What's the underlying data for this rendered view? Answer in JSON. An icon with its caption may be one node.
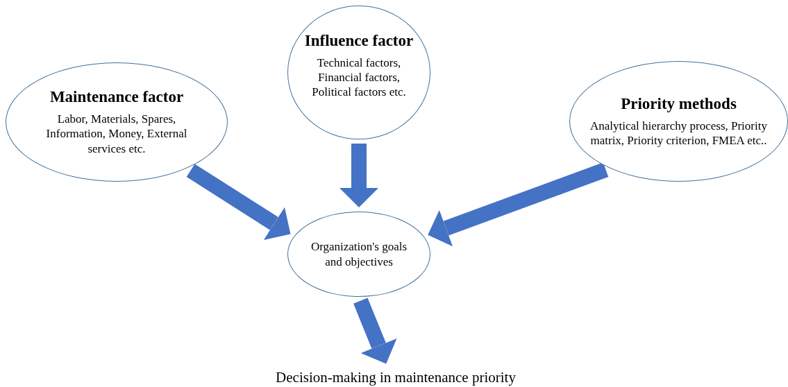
{
  "diagram": {
    "nodes": [
      {
        "text": [
          "Maintenance factor",
          "Labor, Materials, Spares, Information,  Money, External services etc."
        ]
      },
      {
        "text": [
          "Influence factor",
          "Technical factors, Financial factors, Political factors etc."
        ]
      },
      {
        "text": [
          "Priority methods",
          "Analytical hierarchy process, Priority matrix, Priority criterion, FMEA  etc.."
        ]
      },
      {
        "text": [
          "Organization's goals and objectives"
        ]
      },
      {
        "text": [
          "Decision-making  in maintenance  priority"
        ]
      }
    ],
    "edges": [
      {
        "from": 0,
        "to": 3,
        "arrow": "to"
      },
      {
        "from": 1,
        "to": 3,
        "arrow": "to"
      },
      {
        "from": 2,
        "to": 3,
        "arrow": "to"
      },
      {
        "from": 3,
        "to": 4,
        "arrow": "to"
      }
    ]
  }
}
